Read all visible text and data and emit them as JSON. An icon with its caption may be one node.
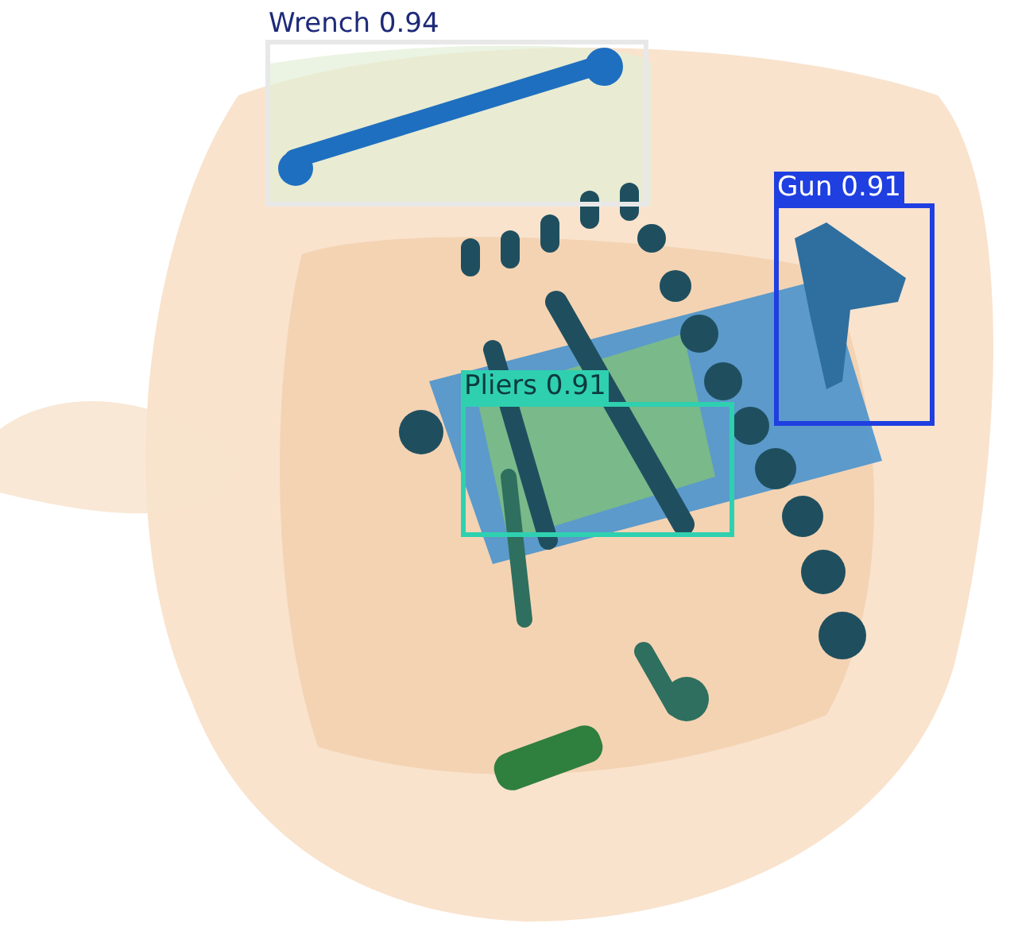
{
  "diagram": {
    "nodes": [
      {
        "text": [
          "Wrench 0.94"
        ]
      },
      {
        "text": [
          "Gun 0.91"
        ]
      },
      {
        "text": [
          "Pliers 0.91"
        ]
      }
    ]
  }
}
